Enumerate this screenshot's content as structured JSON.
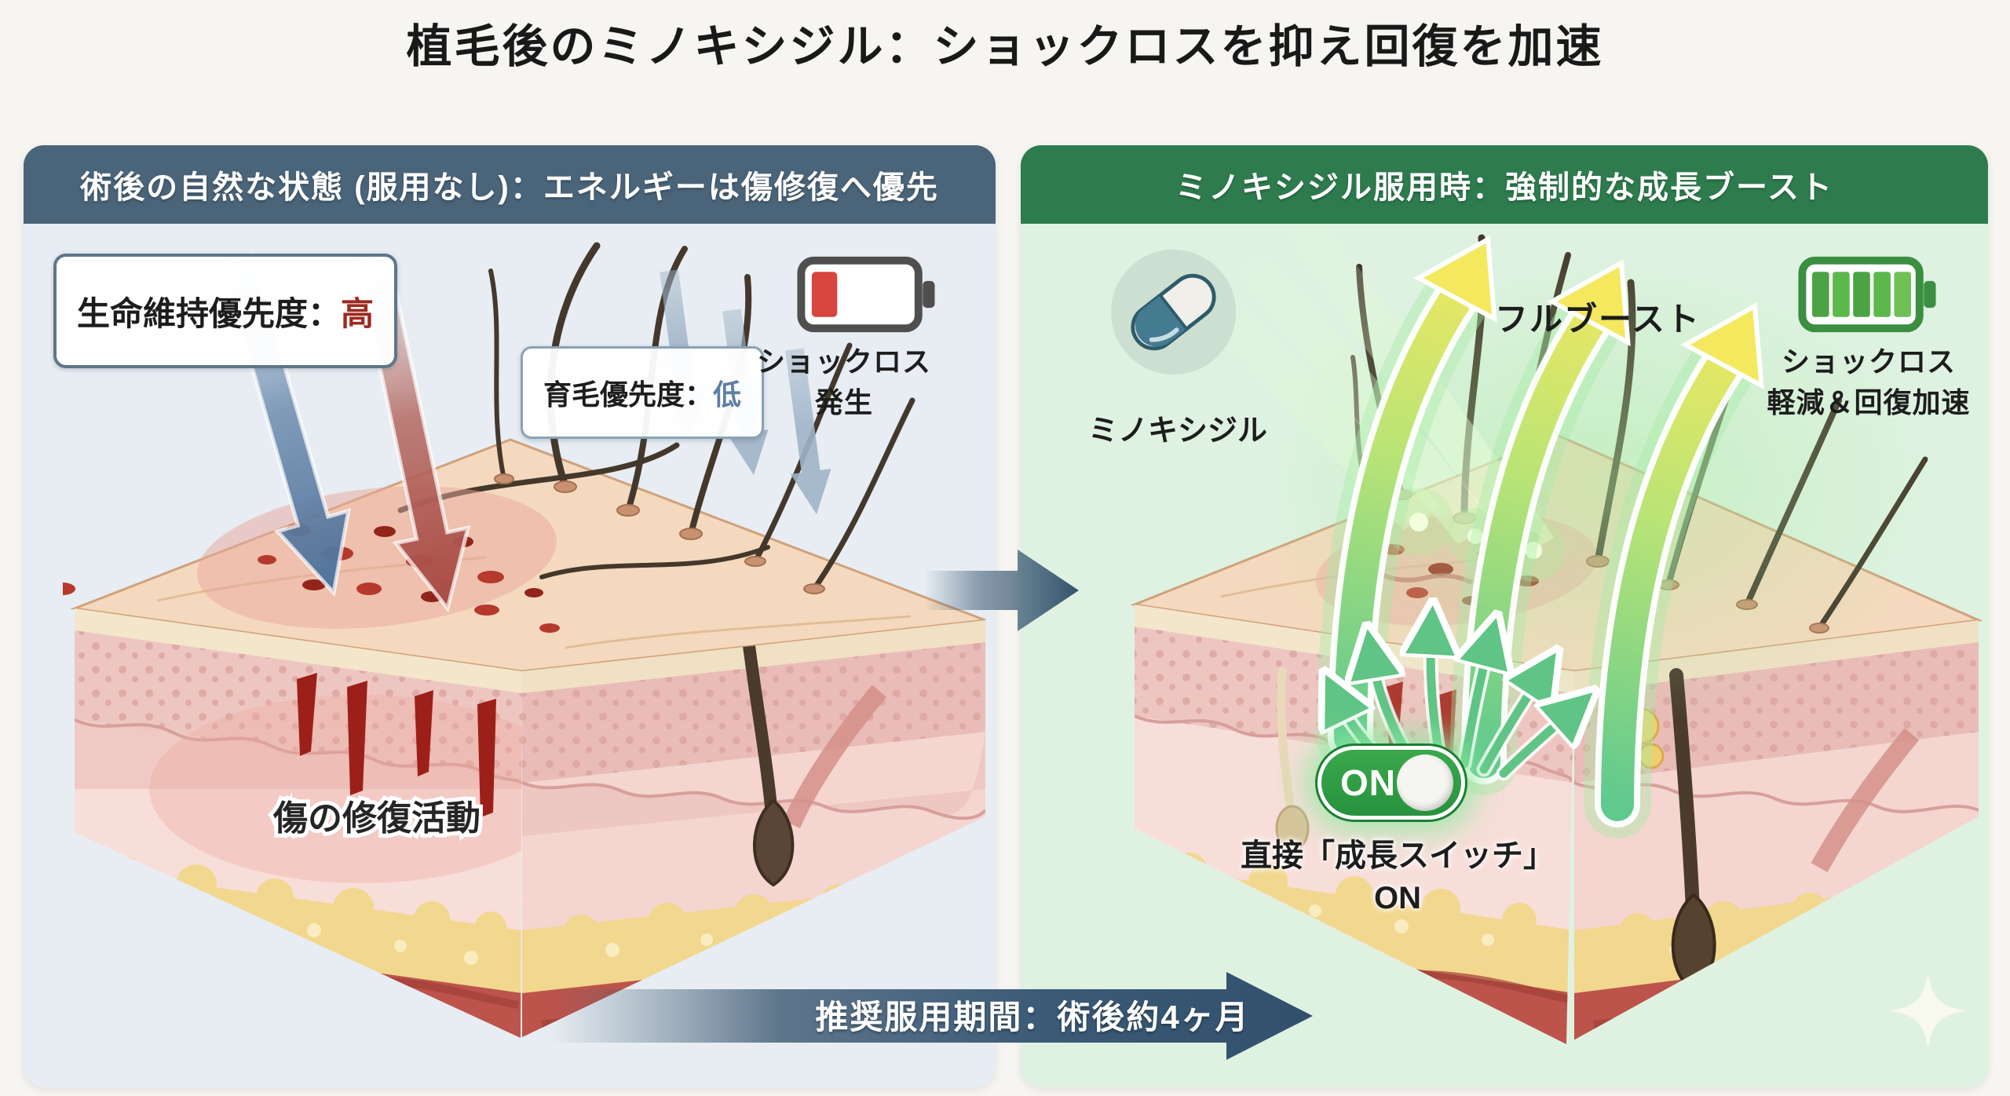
{
  "title": "植毛後のミノキシジル：ショックロスを抑え回復を加速",
  "left_panel": {
    "header": "術後の自然な状態 (服用なし)：エネルギーは傷修復へ優先",
    "life_priority_label": "生命維持優先度：",
    "life_priority_value": "高",
    "hair_priority_label": "育毛優先度：",
    "hair_priority_value": "低",
    "battery_caption_line1": "ショックロス",
    "battery_caption_line2": "発生",
    "wound_label": "傷の修復活動"
  },
  "right_panel": {
    "header": "ミノキシジル服用時：強制的な成長ブースト",
    "pill_label": "ミノキシジル",
    "boost_label": "フルブースト",
    "battery_caption_line1": "ショックロス",
    "battery_caption_line2": "軽減＆回復加速",
    "toggle_label": "ON",
    "toggle_caption_line1": "直接「成長スイッチ」",
    "toggle_caption_line2": "ON"
  },
  "footer": {
    "banner_label": "推奨服用期間：術後約4ヶ月"
  },
  "icons": {
    "battery_low": "battery-low-icon",
    "battery_full": "battery-full-icon",
    "pill": "pill-capsule-icon",
    "transition_arrow": "arrow-right-icon",
    "toggle": "toggle-on-icon",
    "sparkle": "sparkle-icon"
  },
  "colors": {
    "page_bg": "#f7f5f1",
    "left_panel_bg": "#e7edf2",
    "left_header_bg": "#4a6479",
    "right_panel_bg": "#dff2e2",
    "right_header_bg": "#2e7c4e",
    "header_text": "#ffffff",
    "high_red": "#9c2a20",
    "low_blue": "#5e80a1",
    "battery_low_red": "#d8463f",
    "battery_full_green": "#5cb84b",
    "nav_arrow_blue": "#3a5a77",
    "toggle_green": "#2f9e3f",
    "boost_green": "#5fc98e",
    "boost_yellow": "#f4e85e"
  }
}
